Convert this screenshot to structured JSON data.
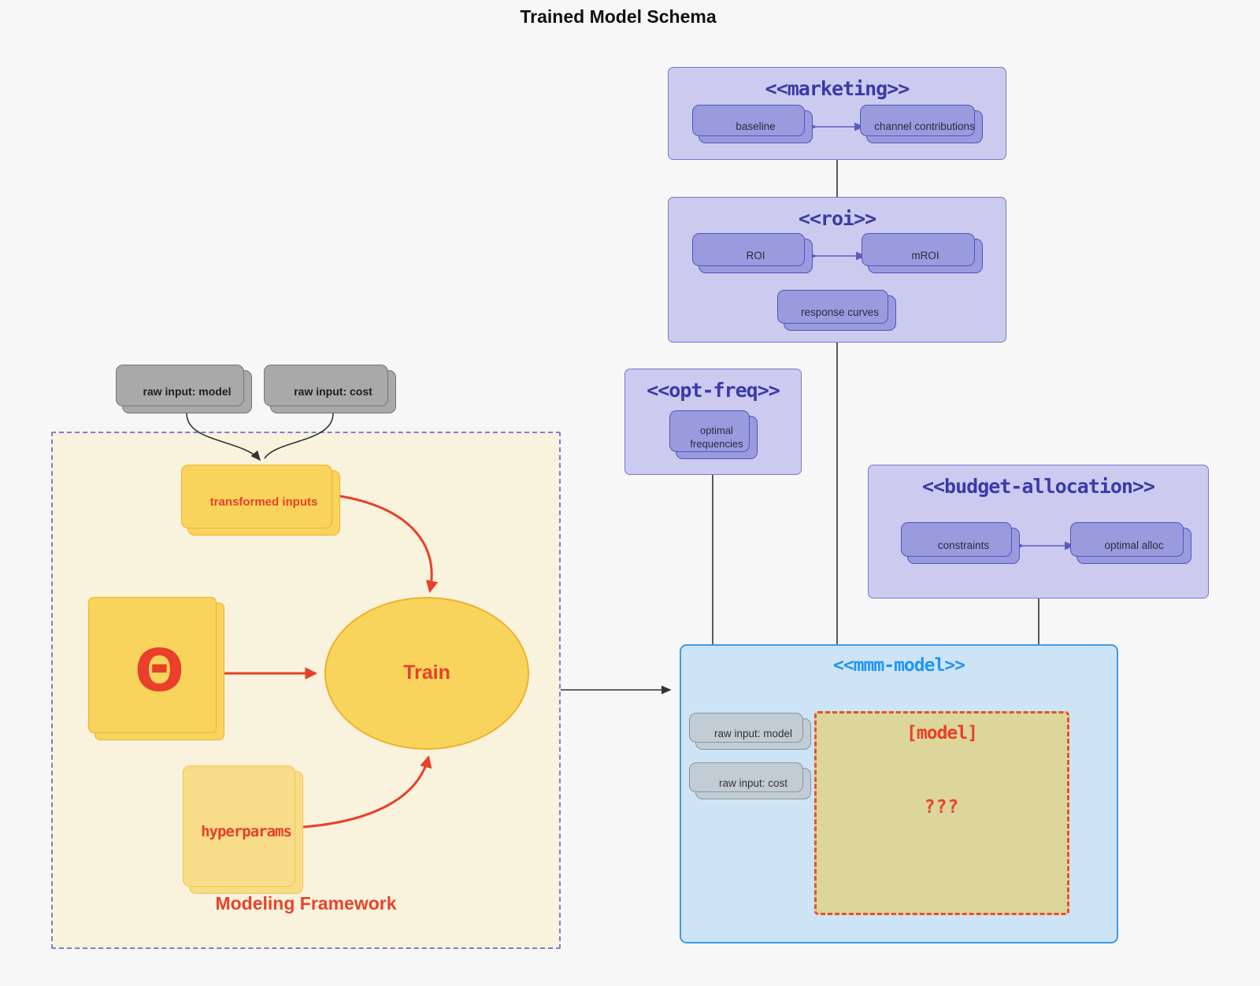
{
  "title": "Trained Model Schema",
  "external_inputs": {
    "raw_model": "raw input: model",
    "raw_cost": "raw input: cost"
  },
  "modeling_framework": {
    "label": "Modeling Framework",
    "transformed_inputs": "transformed inputs",
    "theta": "Θ",
    "train": "Train",
    "hyperparams": "hyperparams"
  },
  "marketing": {
    "title": "<<marketing>>",
    "baseline": "baseline",
    "channel_contributions": "channel contributions"
  },
  "roi": {
    "title": "<<roi>>",
    "roi": "ROI",
    "mroi": "mROI",
    "response_curves": "response curves"
  },
  "opt_freq": {
    "title": "<<opt-freq>>",
    "optimal_frequencies": "optimal frequencies"
  },
  "budget_allocation": {
    "title": "<<budget-allocation>>",
    "constraints": "constraints",
    "optimal_alloc": "optimal alloc"
  },
  "mmm_model": {
    "title": "<<mmm-model>>",
    "raw_model": "raw input: model",
    "raw_cost": "raw input: cost",
    "model_label": "[model]",
    "unknown": "???"
  },
  "colors": {
    "background": "#f7f7f8",
    "cluster_purple_fill": "#cbcbef",
    "cluster_purple_border": "#7878cc",
    "node_purple_fill": "#9a9adf",
    "node_purple_border": "#5454bb",
    "stereotype_text": "#3a3aa8",
    "mmm_fill": "#cde4f6",
    "mmm_border": "#3d9be9",
    "mmm_title": "#2196f3",
    "model_box_fill": "#dcd69b",
    "model_box_border": "#e8502c",
    "accent_red": "#e8402a",
    "framework_fill": "#f9f2dc",
    "framework_border": "#7b7bd8",
    "gold_fill": "#f9d45c",
    "gold_border": "#ecb22e",
    "lightgold_fill": "#f8dc8a",
    "gray_fill": "#a9a9a9",
    "slate_fill": "#c2ccd4",
    "edge_dark": "#333333",
    "edge_purple": "#5c5cc0"
  }
}
